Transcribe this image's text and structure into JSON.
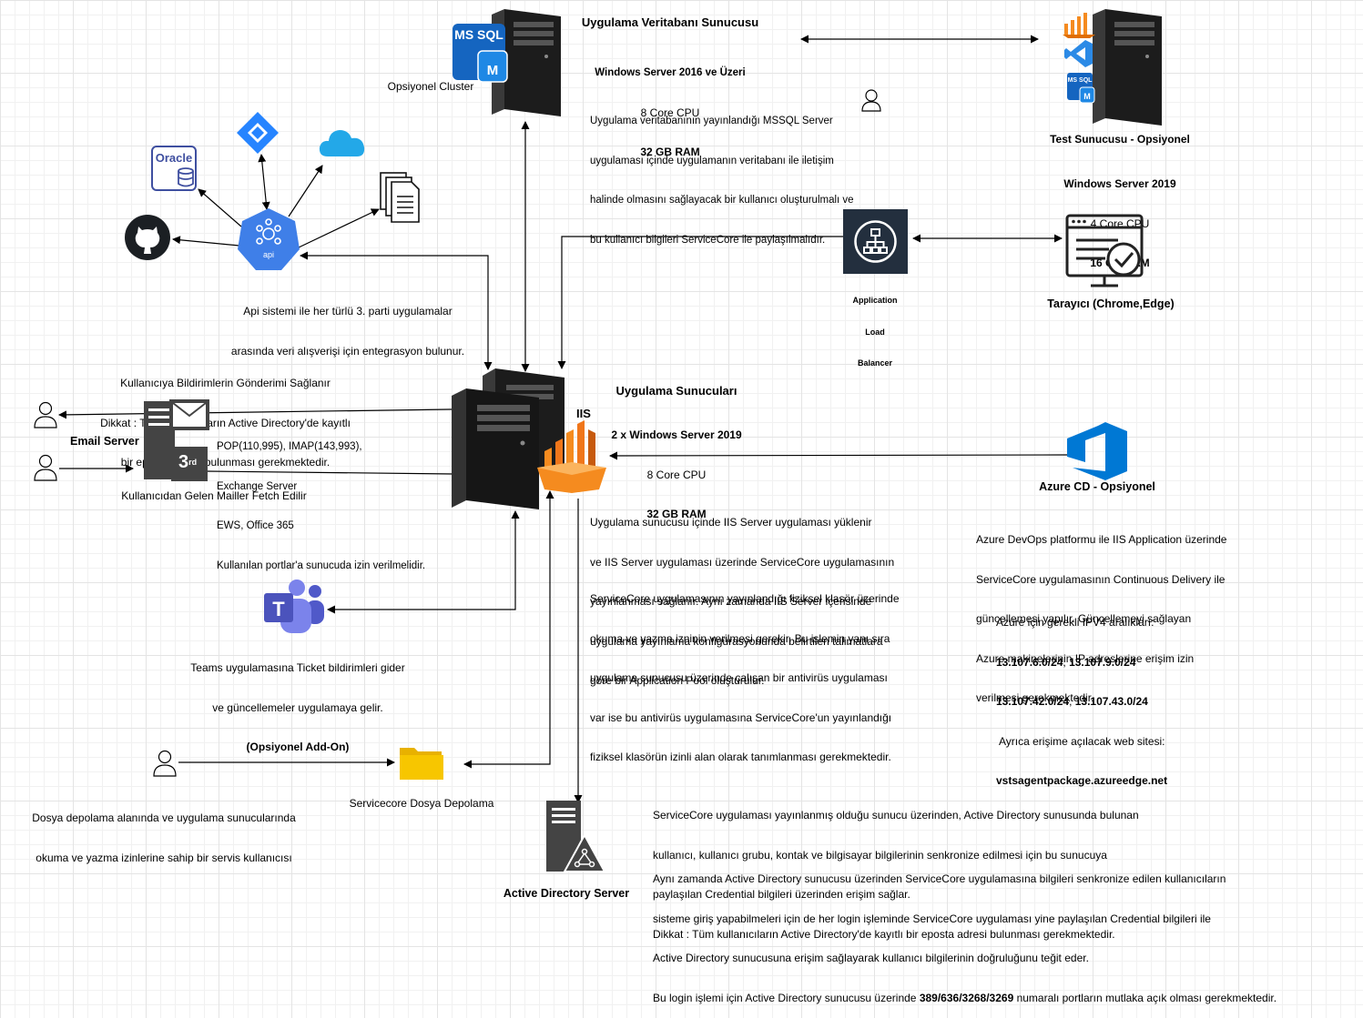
{
  "db_server": {
    "icon_label": "MS SQL",
    "title": "Uygulama Veritabanı Sunucusu",
    "specs": [
      "Windows Server 2016 ve Üzeri",
      "8 Core CPU",
      "32 GB RAM"
    ],
    "cluster_label": "Opsiyonel Cluster",
    "description": [
      "Uygulama veritabanının yayınlandığı MSSQL Server",
      "uygulaması içinde uygulamanın veritabanı ile iletişim",
      "halinde olmasını sağlayacak bir kullanıcı oluşturulmalı ve",
      "bu kullanıcı bilgileri ServiceCore ile paylaşılmalıdır."
    ]
  },
  "test_server": {
    "title": "Test Sunucusu - Opsiyonel",
    "icon_label": "MS SQL",
    "specs": [
      "Windows Server 2019",
      "4 Core CPU",
      "16 GB RAM"
    ]
  },
  "api": {
    "icon_label": "api",
    "oracle_label": "Oracle",
    "description": [
      "Api sistemi ile her türlü 3. parti uygulamalar",
      "arasında veri alışverişi için entegrasyon bulunur."
    ]
  },
  "load_balancer": {
    "label": [
      "Application",
      "Load",
      "Balancer"
    ]
  },
  "browser": {
    "label": "Tarayıcı (Chrome,Edge)"
  },
  "email": {
    "notify_text": [
      "Kullanıcıya Bildirimlerin Gönderimi Sağlanır",
      "Dikkat : Tüm kullanıcıların Active Directory'de kayıtlı",
      "bir eposta adresi bulunması gerekmektedir."
    ],
    "server_label": "Email Server",
    "badge": "3",
    "badge_sup": "rd",
    "protocols": [
      "POP(110,995), IMAP(143,993),",
      "Exchange Server",
      "EWS, Office 365",
      "Kullanılan portlar'a sunucuda izin verilmelidir."
    ],
    "fetch_label": "Kullanıcıdan Gelen Mailler Fetch Edilir"
  },
  "app_servers": {
    "title": "Uygulama Sunucuları",
    "iis_label": "IIS",
    "specs": [
      "2 x Windows Server 2019",
      "8 Core CPU",
      "32 GB RAM"
    ],
    "description1": [
      "Uygulama sunucusu içinde IIS Server uygulaması yüklenir",
      "ve IIS Server uygulaması üzerinde ServiceCore uygulamasının",
      "yayınlanması sağlanır. Aynı zamanda IIS Server içerisinde",
      "uygulama yayınlama konfigürasyonunda belirtilen talimatlara",
      "göre bir Application Pool oluşturulur."
    ],
    "description2": [
      "ServiceCore uygulamasının yayınlandığı fiziksel klasör üzerinde",
      "okuma ve yazma izninin verilmesi gerekir. Bu işlemin yanı sıra",
      "uygulama sunucusu üzerinde çalışan bir antivirüs uygulaması",
      "var ise bu antivirüs uygulamasına ServiceCore'un yayınlandığı",
      "fiziksel klasörün izinli alan olarak tanımlanması gerekmektedir."
    ]
  },
  "azure": {
    "title": "Azure CD - Opsiyonel",
    "description": [
      "Azure DevOps platformu ile IIS Application üzerinde",
      "ServiceCore uygulamasının Continuous Delivery ile",
      "güncellemesi yapılır. Güncellemeyi sağlayan",
      "Azure makinelerinin IP adreslerine erişim izin",
      "verilmesi gerekmektedir."
    ],
    "ip_title": "Azure için gerekli IPV4 aralıkları:",
    "ip_ranges": [
      [
        "13.107.6.0/24",
        ", ",
        "13.107.9.0/24"
      ],
      [
        "13.107.42.0/24",
        ", ",
        "13.107.43.0/24"
      ]
    ],
    "site_title": "Ayrıca erişime açılacak web sitesi:",
    "site": "vstsagentpackage.azureedge.net"
  },
  "teams": {
    "description": [
      "Teams uygulamasına Ticket bildirimleri gider",
      "ve güncellemeler uygulamaya gelir."
    ],
    "addon": "(Opsiyonel Add-On)"
  },
  "storage": {
    "user_text": [
      "Dosya depolama alanında ve uygulama sunucularında",
      "okuma ve yazma izinlerine sahip bir servis kullanıcısı"
    ],
    "label": "Servicecore Dosya Depolama"
  },
  "active_directory": {
    "label": "Active Directory Server",
    "paragraph1": [
      "ServiceCore uygulaması yayınlanmış olduğu sunucu üzerinden, Active Directory sunusunda bulunan",
      "kullanıcı, kullanıcı grubu, kontak ve bilgisayar bilgilerinin senkronize edilmesi için bu sunucuya",
      "paylaşılan Credential bilgileri üzerinden erişim sağlar.",
      "Dikkat : Tüm kullanıcıların Active Directory'de kayıtlı bir eposta adresi bulunması gerekmektedir."
    ],
    "paragraph2": [
      "Aynı zamanda Active Directory sunucusu üzerinden ServiceCore uygulamasına bilgileri senkronize edilen kullanıcıların",
      "sisteme giriş yapabilmeleri için de her login işleminde ServiceCore uygulaması yine paylaşılan Credential bilgileri ile",
      "Active Directory sunucusuna erişim sağlayarak kullanıcı bilgilerinin doğruluğunu teğit eder."
    ],
    "last_line_prefix": "Bu login işlemi için Active Directory sunucusu üzerinde ",
    "ports": "389/636/3268/3269",
    "last_line_suffix": " numaralı portların mutlaka açık olması gerekmektedir."
  },
  "colors": {
    "azure": "#0078D4",
    "teams": "#5059C9",
    "iis": "#F58B1F",
    "folder": "#F7C600",
    "jira": "#2684FF",
    "oracle": "#3F4FA0"
  },
  "icons": [
    "server-icon",
    "mssql-icon",
    "user-icon",
    "github-icon",
    "oracle-icon",
    "jira-icon",
    "cloud-icon",
    "documents-icon",
    "api-icon",
    "load-balancer-icon",
    "browser-icon",
    "email-server-icon",
    "iis-icon",
    "azure-devops-icon",
    "teams-icon",
    "folder-icon",
    "ad-server-icon",
    "visual-studio-icon"
  ]
}
